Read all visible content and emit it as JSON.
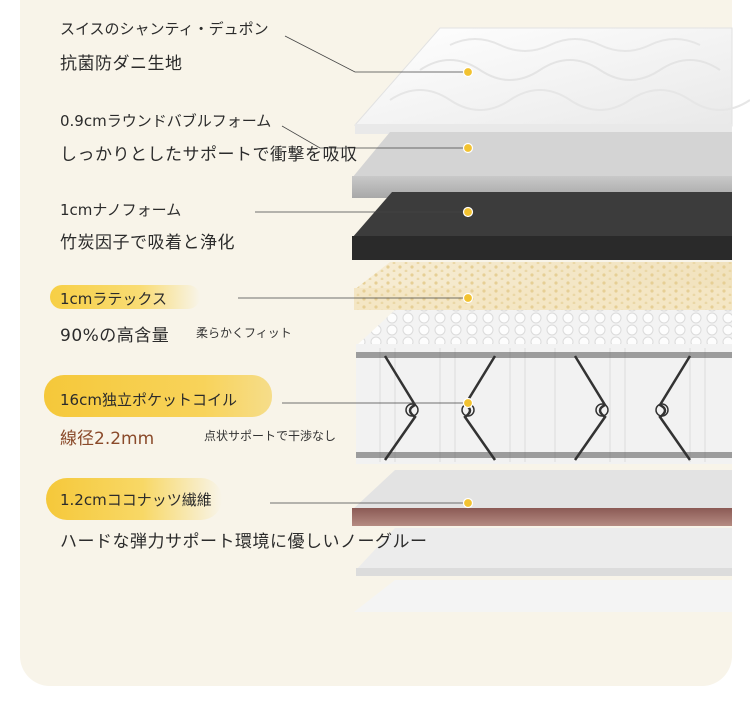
{
  "layers": [
    {
      "name": "スイスのシャンティ・デュポン",
      "desc": "抗菌防ダニ生地"
    },
    {
      "name": "0.9cmラウンドバブルフォーム",
      "desc": "しっかりとしたサポートで衝撃を吸収"
    },
    {
      "name": "1cmナノフォーム",
      "desc": "竹炭因子で吸着と浄化"
    },
    {
      "name": "1cmラテックス",
      "desc": "90%の高含量",
      "note": "柔らかくフィット"
    },
    {
      "name": "16cm独立ポケットコイル",
      "desc": "線径2.2mm",
      "note": "点状サポートで干渉なし"
    },
    {
      "name": "1.2cmココナッツ繊維",
      "desc": "ハードな弾力サポート環境に優しいノーグルー"
    }
  ],
  "colors": {
    "background": "#f8f4e9",
    "highlight": "#f7cf45",
    "accent_text": "#8a4a2a",
    "marker": "#f2c230"
  }
}
